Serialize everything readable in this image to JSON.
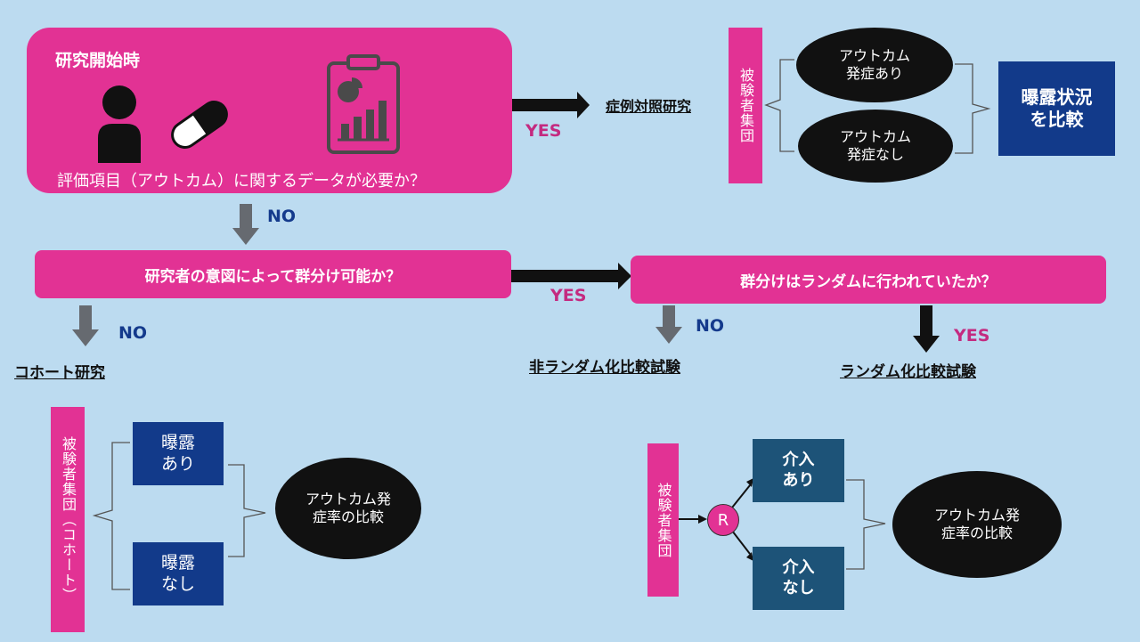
{
  "start_box": {
    "title": "研究開始時",
    "question": "評価項目（アウトカム）に関するデータが必要か？"
  },
  "q2": "研究者の意図によって群分け可能か？",
  "q3": "群分けはランダムに行われていたか？",
  "labels": {
    "yes": "YES",
    "no": "NO"
  },
  "outcomes": {
    "case_control": "症例対照研究",
    "cohort": "コホート研究",
    "non_random": "非ランダム化比較試験",
    "rct": "ランダム化比較試験"
  },
  "case_control_panel": {
    "subjects": "被験者集団",
    "outcome_yes": "アウトカム\n発症あり",
    "outcome_no": "アウトカム\n発症なし",
    "compare": "曝露状況\nを比較"
  },
  "cohort_panel": {
    "subjects": "被験者集団（コホート）",
    "exposure_yes": "曝露\nあり",
    "exposure_no": "曝露\nなし",
    "compare": "アウトカム発\n症率の比較"
  },
  "rct_panel": {
    "subjects": "被験者集団",
    "random": "R",
    "intervention_yes": "介入\nあり",
    "intervention_no": "介入\nなし",
    "compare": "アウトカム発\n症率の比較"
  },
  "icons": [
    "person-icon",
    "capsule-icon",
    "clipboard-chart-icon"
  ],
  "colors": {
    "background": "#bcdbf0",
    "pink": "#e23294",
    "navy": "#123a8a",
    "teal": "#1d5378",
    "arrow_gray": "#666a70",
    "arrow_black": "#111111"
  }
}
